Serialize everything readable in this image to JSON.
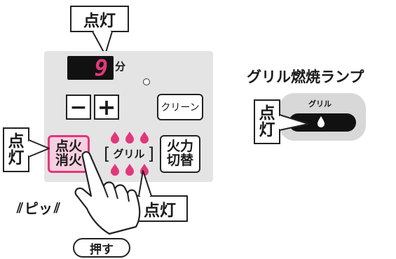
{
  "panel": {
    "display_digit": "9",
    "display_unit": "分",
    "minus_label": "−",
    "plus_label": "+",
    "clean_label": "クリーン",
    "ignite_label_top": "点火",
    "ignite_label_bottom": "消火",
    "grill_label": "グリル",
    "heat_label_top": "火力",
    "heat_label_bottom": "切替"
  },
  "callouts": {
    "top": "点灯",
    "left_top": "点",
    "left_bottom": "灯",
    "bottom": "点灯"
  },
  "beep": "ピッ",
  "push_label": "押す",
  "lamp": {
    "title": "グリル燃焼ランプ",
    "lamp_label": "グリル",
    "callout_top": "点",
    "callout_bottom": "灯"
  },
  "colors": {
    "accent": "#e2377b",
    "display_bg": "#111111",
    "panel_bg": "#e4e4e5",
    "lamp_bg": "#d8d8d9"
  }
}
